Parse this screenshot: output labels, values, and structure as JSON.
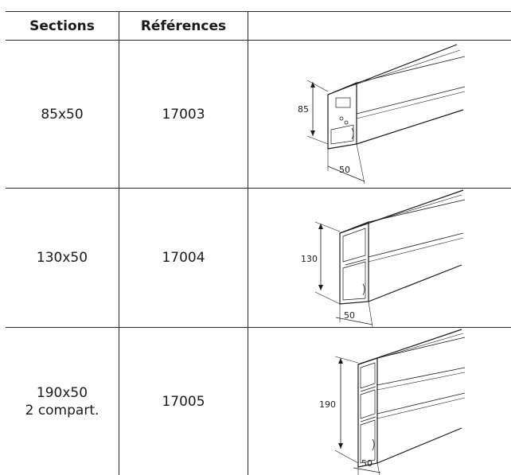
{
  "table": {
    "headers": {
      "sections": "Sections",
      "references": "Références",
      "image": ""
    },
    "rows": [
      {
        "section_line1": "85x50",
        "section_line2": "",
        "reference": "17003",
        "dim_height": "85",
        "dim_width": "50",
        "drawing_icon": "trunking-85x50-drawing"
      },
      {
        "section_line1": "130x50",
        "section_line2": "",
        "reference": "17004",
        "dim_height": "130",
        "dim_width": "50",
        "drawing_icon": "trunking-130x50-drawing"
      },
      {
        "section_line1": "190x50",
        "section_line2": "2 compart.",
        "reference": "17005",
        "dim_height": "190",
        "dim_width": "50",
        "drawing_icon": "trunking-190x50-drawing"
      }
    ]
  }
}
